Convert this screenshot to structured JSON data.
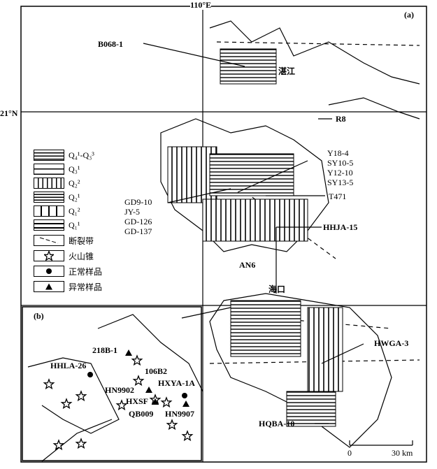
{
  "axes": {
    "longitude": "110°E",
    "latitude": "21°N"
  },
  "panels": {
    "a": "(a)",
    "b": "(b)"
  },
  "places": {
    "zhanjiang": "湛江",
    "haikou": "海口"
  },
  "scale": {
    "zero": "0",
    "distance": "30 km"
  },
  "legend": [
    {
      "symbol": "dashed-lines",
      "label": "Q₄¹-Q₃³"
    },
    {
      "symbol": "grid",
      "label": "Q₃¹"
    },
    {
      "symbol": "vertical-lines-dense",
      "label": "Q₂²"
    },
    {
      "symbol": "horizontal-lines",
      "label": "Q₂¹"
    },
    {
      "symbol": "vertical-lines",
      "label": "Q₁²"
    },
    {
      "symbol": "thick-horizontal-lines",
      "label": "Q₁¹"
    },
    {
      "symbol": "fault",
      "label": "断裂带"
    },
    {
      "symbol": "star",
      "label": "火山锥"
    },
    {
      "symbol": "circle",
      "label": "正常样品"
    },
    {
      "symbol": "triangle",
      "label": "异常样品"
    }
  ],
  "samples_a": {
    "b068": "B068-1",
    "r8": "R8",
    "group1": [
      "Y18-4",
      "SY10-5",
      "Y12-10",
      "SY13-5"
    ],
    "t471": "T471",
    "group2": [
      "GD9-10",
      "JY-5",
      "GD-126",
      "GD-137"
    ],
    "an6": "AN6",
    "hhja": "HHJA-15",
    "hwga": "HWGA-3",
    "hqba": "HQBA-10"
  },
  "samples_b": {
    "s218": "218B-1",
    "hhla": "HHLA-26",
    "s106": "106B2",
    "hxya": "HXYA-1A",
    "hn9902": "HN9902",
    "hxsf": "HXSF",
    "qb009": "QB009",
    "hn9907": "HN9907"
  }
}
